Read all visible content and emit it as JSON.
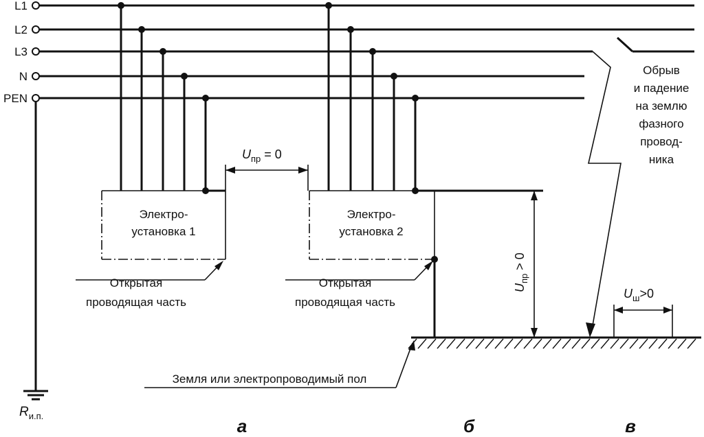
{
  "buses": {
    "l1": "L1",
    "l2": "L2",
    "l3": "L3",
    "n": "N",
    "pen": "PEN"
  },
  "installation1": {
    "line1": "Электро-",
    "line2": "установка 1"
  },
  "installation2": {
    "line1": "Электро-",
    "line2": "установка 2"
  },
  "exposed_part": {
    "line1": "Открытая",
    "line2": "проводящая часть"
  },
  "voltage_zero": {
    "symbol": "U",
    "subscript": "пр",
    "rest": " = 0"
  },
  "voltage_positive": {
    "symbol": "U",
    "subscript": "пр",
    "rest": " > 0"
  },
  "step_voltage": {
    "symbol": "U",
    "subscript": "ш",
    "rest": ">0"
  },
  "fault_note": [
    "Обрыв",
    "и падение",
    "на землю",
    "фазного",
    "провод-",
    "ника"
  ],
  "ground_label": "Земля или электропроводимый пол",
  "earth_resistor": {
    "symbol": "R",
    "subscript": "и.п."
  },
  "panels": {
    "a": "а",
    "b": "б",
    "c": "в"
  }
}
